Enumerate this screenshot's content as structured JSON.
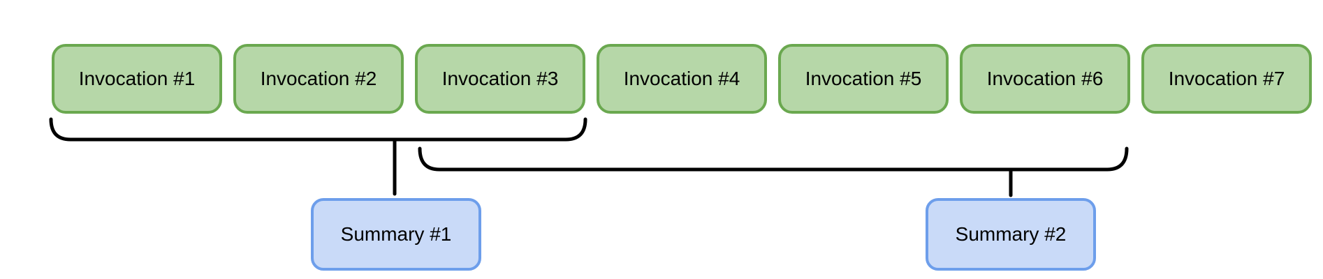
{
  "diagram": {
    "invocations": [
      "Invocation #1",
      "Invocation #2",
      "Invocation #3",
      "Invocation #4",
      "Invocation #5",
      "Invocation #6",
      "Invocation #7"
    ],
    "summaries": [
      {
        "label": "Summary #1",
        "bracket_spans": "Invocation #1 – Invocation #3"
      },
      {
        "label": "Summary #2",
        "bracket_spans": "Invocation #3 – Invocation #6"
      }
    ],
    "colors": {
      "background": "#ffffff",
      "invocation_fill": "#b6d7a8",
      "invocation_border": "#6aa84f",
      "summary_fill": "#c9daf8",
      "summary_border": "#6d9eeb",
      "connector": "#000000",
      "label_text": "#000000"
    }
  }
}
